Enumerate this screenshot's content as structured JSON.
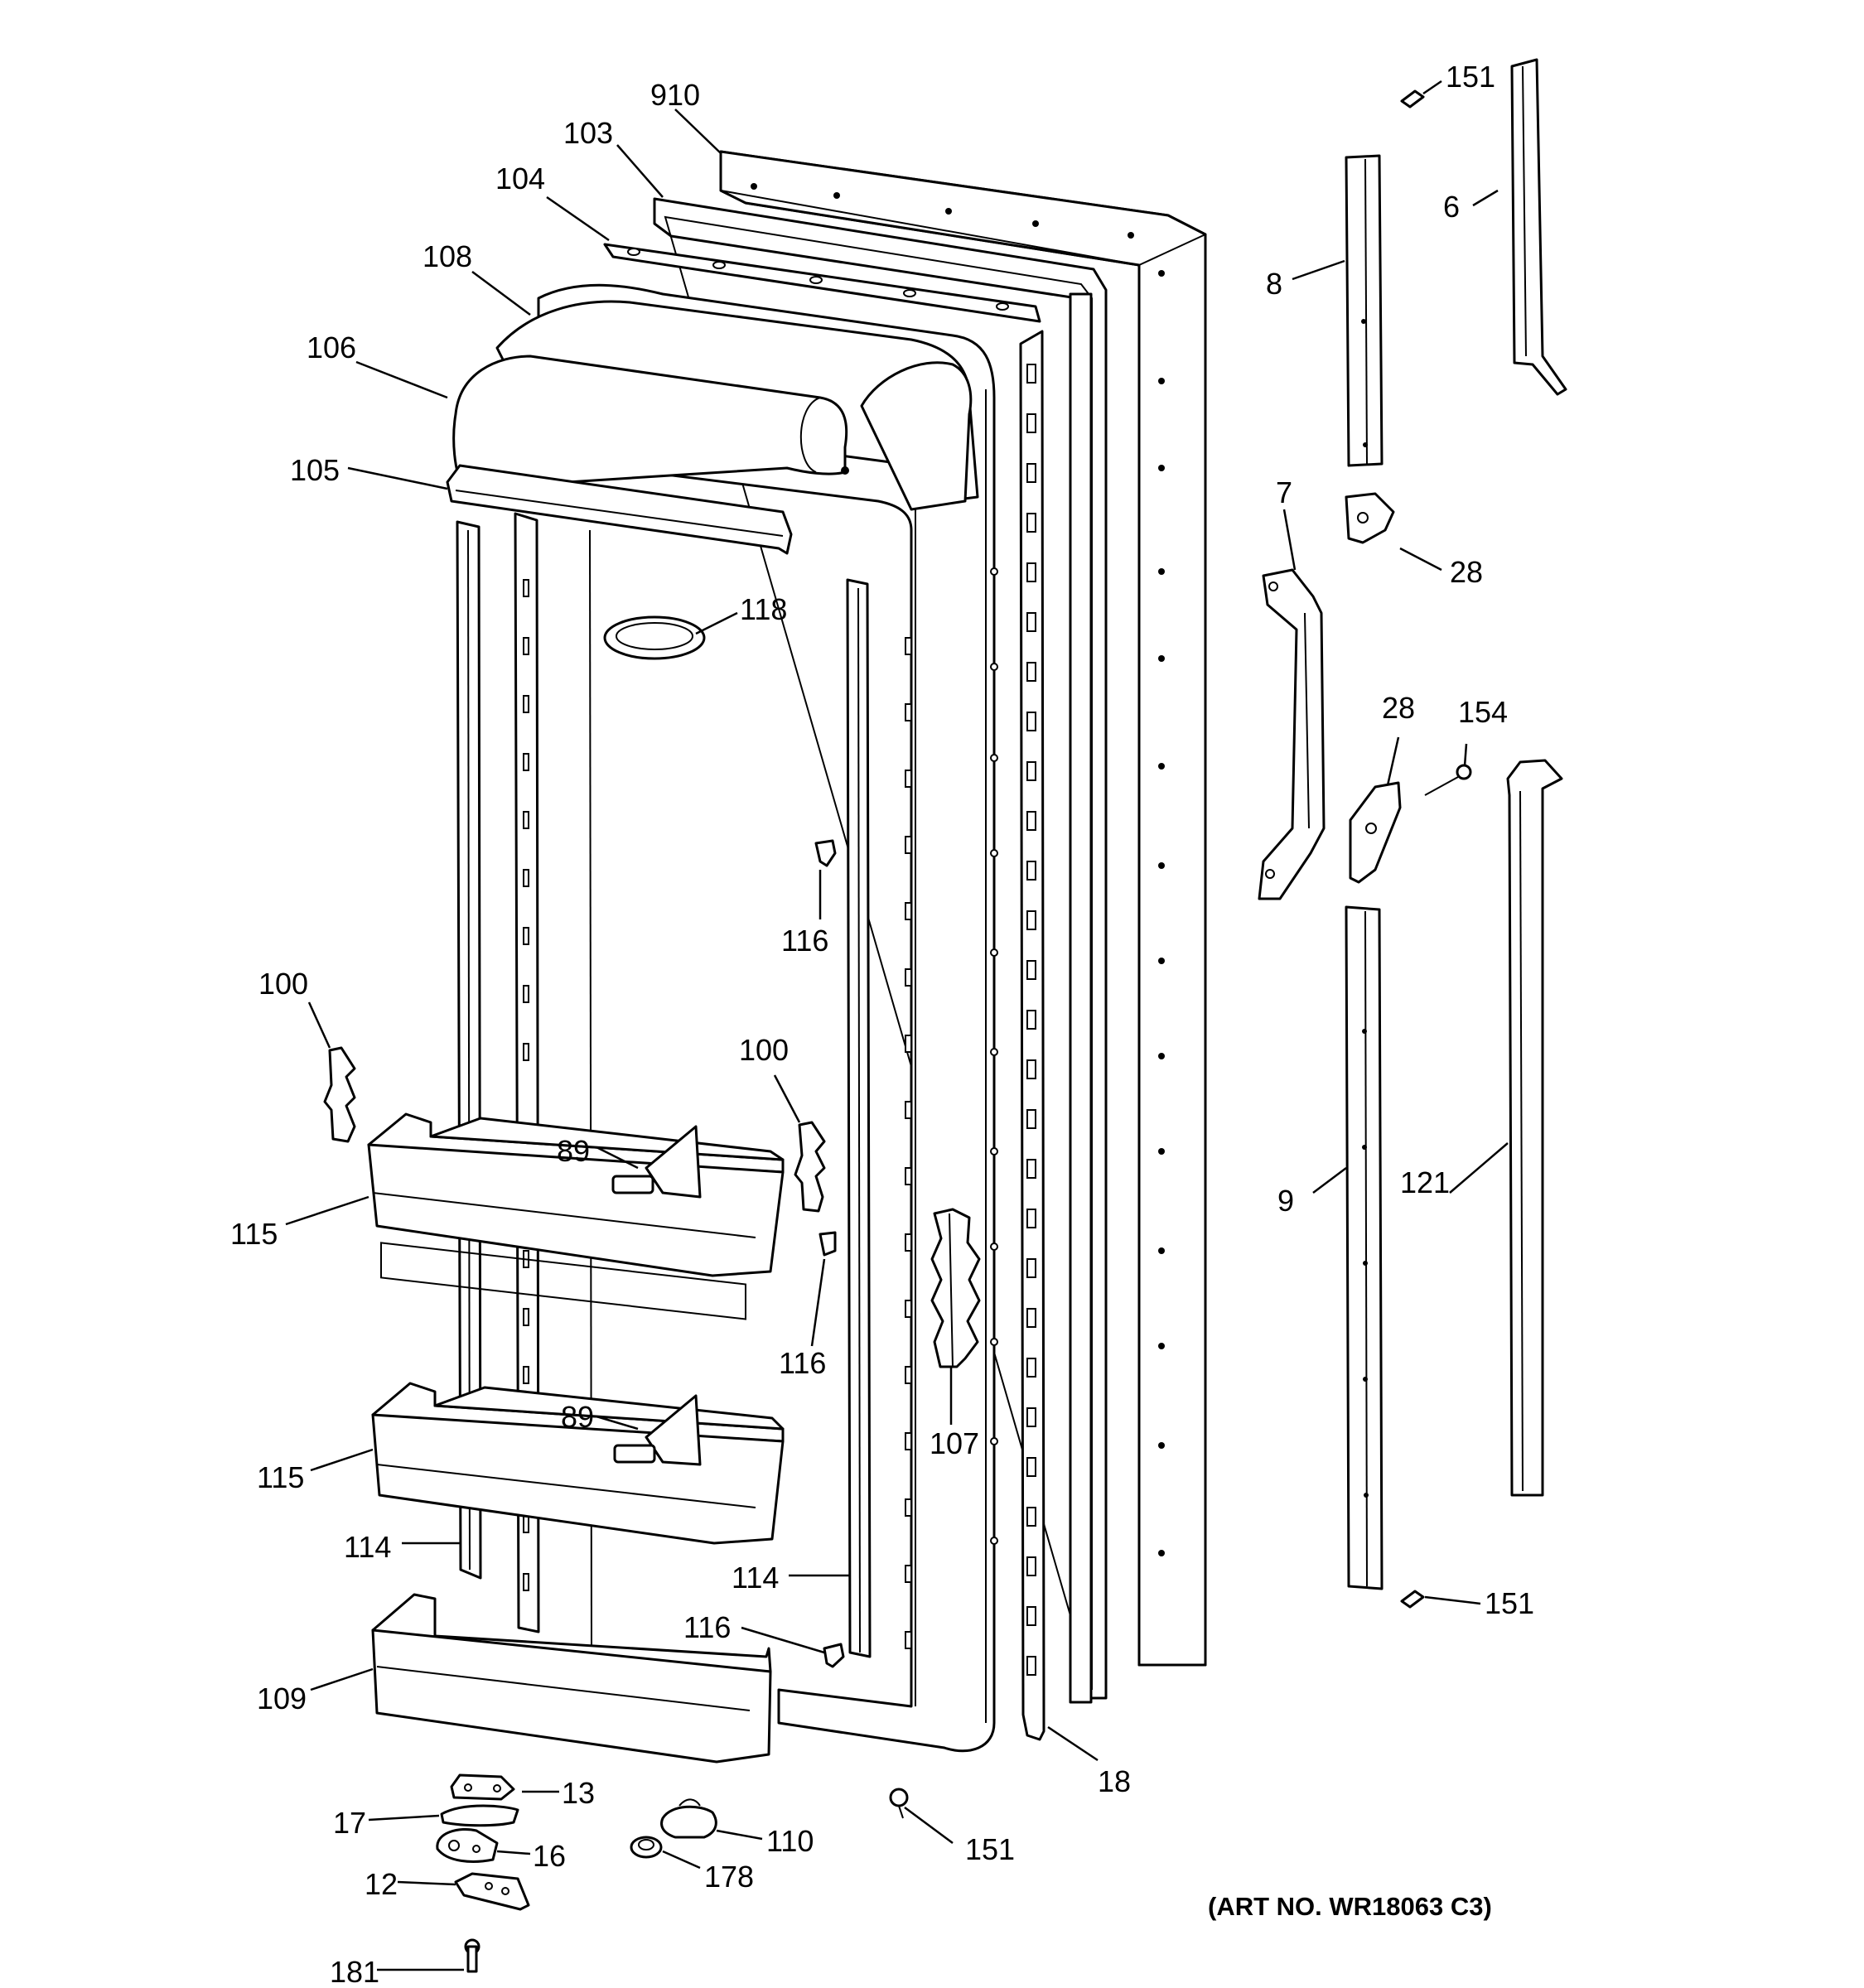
{
  "art_number": "(ART NO. WR18063 C3)",
  "callouts": [
    {
      "id": "c910",
      "text": "910"
    },
    {
      "id": "c103",
      "text": "103"
    },
    {
      "id": "c104",
      "text": "104"
    },
    {
      "id": "c108",
      "text": "108"
    },
    {
      "id": "c106",
      "text": "106"
    },
    {
      "id": "c105",
      "text": "105"
    },
    {
      "id": "c118",
      "text": "118"
    },
    {
      "id": "c116a",
      "text": "116"
    },
    {
      "id": "c100a",
      "text": "100"
    },
    {
      "id": "c100b",
      "text": "100"
    },
    {
      "id": "c89a",
      "text": "89"
    },
    {
      "id": "c115a",
      "text": "115"
    },
    {
      "id": "c116b",
      "text": "116"
    },
    {
      "id": "c107",
      "text": "107"
    },
    {
      "id": "c89b",
      "text": "89"
    },
    {
      "id": "c115b",
      "text": "115"
    },
    {
      "id": "c114a",
      "text": "114"
    },
    {
      "id": "c114b",
      "text": "114"
    },
    {
      "id": "c116c",
      "text": "116"
    },
    {
      "id": "c109",
      "text": "109"
    },
    {
      "id": "c18",
      "text": "18"
    },
    {
      "id": "c13",
      "text": "13"
    },
    {
      "id": "c17",
      "text": "17"
    },
    {
      "id": "c16",
      "text": "16"
    },
    {
      "id": "c12",
      "text": "12"
    },
    {
      "id": "c181",
      "text": "181"
    },
    {
      "id": "c110",
      "text": "110"
    },
    {
      "id": "c178",
      "text": "178"
    },
    {
      "id": "c151a",
      "text": "151"
    },
    {
      "id": "c151b",
      "text": "151"
    },
    {
      "id": "c151c",
      "text": "151"
    },
    {
      "id": "c6",
      "text": "6"
    },
    {
      "id": "c8",
      "text": "8"
    },
    {
      "id": "c7",
      "text": "7"
    },
    {
      "id": "c28a",
      "text": "28"
    },
    {
      "id": "c28b",
      "text": "28"
    },
    {
      "id": "c154",
      "text": "154"
    },
    {
      "id": "c9",
      "text": "9"
    },
    {
      "id": "c121",
      "text": "121"
    }
  ]
}
